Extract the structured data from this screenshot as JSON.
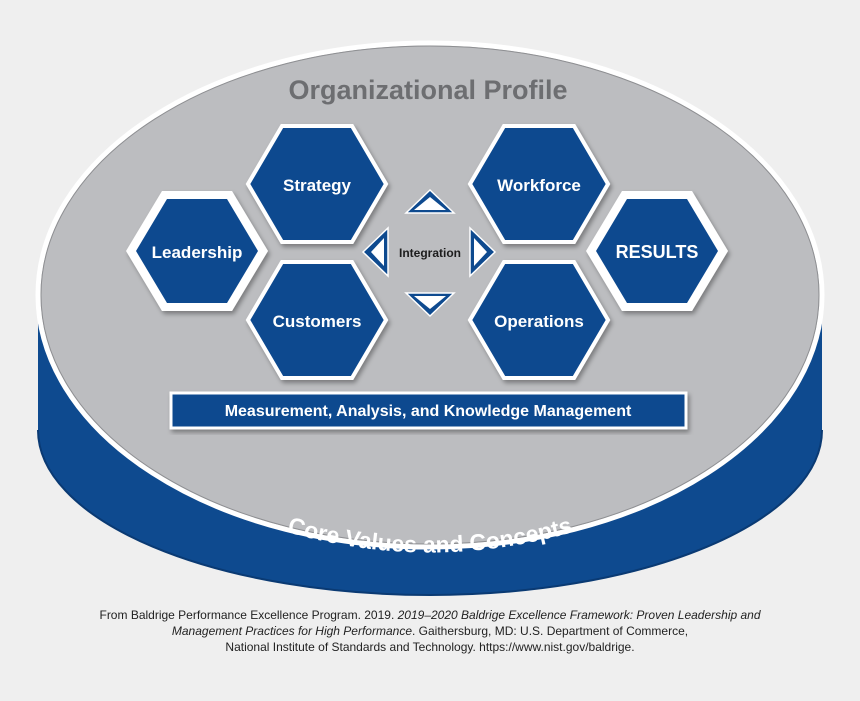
{
  "diagram": {
    "profile_label": "Organizational Profile",
    "strategy": "Strategy",
    "workforce": "Workforce",
    "leadership": "Leadership",
    "results": "RESULTS",
    "customers": "Customers",
    "operations": "Operations",
    "integration": "Integration",
    "measurement": "Measurement, Analysis, and Knowledge Management",
    "core_values": "Core Values and Concepts"
  },
  "caption": {
    "line1_plain": "From Baldrige Performance Excellence Program. 2019. ",
    "line1_italic": "2019–2020 Baldrige Excellence Framework: Proven Leadership and",
    "line2_italic": "Management Practices for High Performance",
    "line2_plain": ". Gaithersburg, MD: U.S. Department of Commerce,",
    "line3": "National Institute of Standards and Technology. https://www.nist.gov/baldrige."
  },
  "colors": {
    "blue": "#0e4a8f",
    "blue_dark": "#0a3a73",
    "gray_top": "#bcbdc0",
    "title_gray": "#6d6e71",
    "background": "#efefef"
  }
}
